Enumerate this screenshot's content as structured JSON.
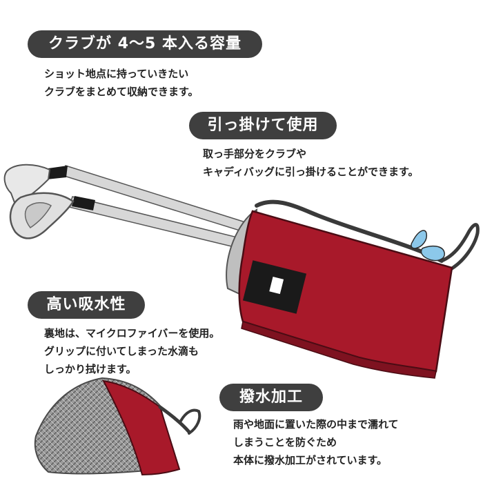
{
  "sections": [
    {
      "heading": "クラブが 4〜5 本入る容量",
      "lines": [
        "ショット地点に持っていきたい",
        "クラブをまとめて収納できます。"
      ]
    },
    {
      "heading": "引っ掛けて使用",
      "lines": [
        "取っ手部分をクラブや",
        "キャディバッグに引っ掛けることができます。"
      ]
    },
    {
      "heading": "高い吸水性",
      "lines": [
        "裏地は、マイクロファイバーを使用。",
        "グリップに付いてしまった水滴も",
        "しっかり拭けます。"
      ]
    },
    {
      "heading": "撥水加工",
      "lines": [
        "雨や地面に置いた際の中まで濡れて",
        "しまうことを防ぐため",
        "本体に撥水加工がされています。"
      ]
    }
  ],
  "colors": {
    "pill_bg": "#3f3f3f",
    "bag_red": "#a8192a",
    "bag_dark": "#7e1220",
    "strap": "#3a3a3a",
    "water": "#8cc8ea"
  },
  "illustration": {
    "items": [
      "golf-club-icon",
      "club-bag-icon",
      "water-drop-icon",
      "microfiber-lining-icon"
    ]
  }
}
